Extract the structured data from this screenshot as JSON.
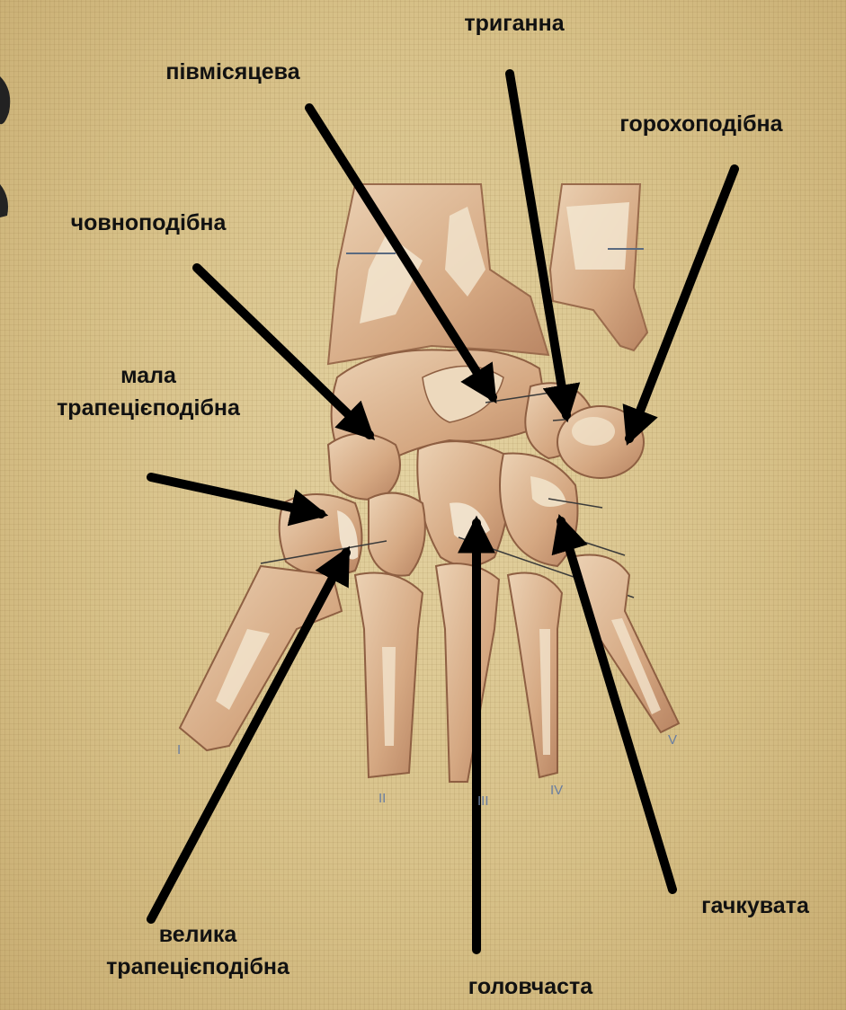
{
  "labels": {
    "trihranna": "триганна",
    "pivmisiatseva": "півмісяцева",
    "horokhopodibna": "горохоподібна",
    "chovnopodibna": "човноподібна",
    "mala_line1": "мала",
    "mala_line2": "трапецієподібна",
    "velyka_line1": "велика",
    "velyka_line2": "трапецієподібна",
    "holovchasta": "головчаста",
    "hachkuvata": "гачкувата"
  },
  "digits": [
    "I",
    "II",
    "III",
    "IV",
    "V"
  ],
  "colors": {
    "background": "#d8c28a",
    "bone": "#d9b08c",
    "bone_shadow": "#a9785a",
    "bone_highlight": "#f2e4cc",
    "arrow": "#000000",
    "digit_numeral": "#6a7ea0"
  }
}
